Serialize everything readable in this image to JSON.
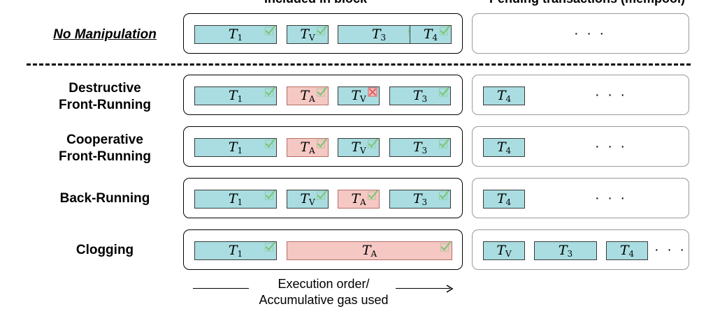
{
  "header": {
    "left_cut": "Included in block",
    "right_cut": "Pending transactions (mempool)"
  },
  "rows": [
    {
      "label_lines": [
        "No Manipulation"
      ],
      "block": [
        {
          "sym": "T",
          "sub": "1",
          "type": "victim",
          "mark": "check"
        },
        {
          "sym": "T",
          "sub": "V",
          "type": "victim",
          "mark": "check"
        },
        {
          "sym": "T",
          "sub": "3",
          "type": "victim",
          "mark": "check"
        },
        {
          "sym": "T",
          "sub": "4",
          "type": "victim",
          "mark": "check"
        }
      ],
      "pool": [],
      "pool_dots": "..."
    },
    {
      "label_lines": [
        "Destructive",
        "Front-Running"
      ],
      "block": [
        {
          "sym": "T",
          "sub": "1",
          "type": "victim",
          "mark": "check"
        },
        {
          "sym": "T",
          "sub": "A",
          "type": "attacker",
          "mark": "check"
        },
        {
          "sym": "T",
          "sub": "V",
          "type": "victim",
          "mark": "cross"
        },
        {
          "sym": "T",
          "sub": "3",
          "type": "victim",
          "mark": "check"
        }
      ],
      "pool": [
        {
          "sym": "T",
          "sub": "4",
          "type": "victim"
        }
      ],
      "pool_dots": "..."
    },
    {
      "label_lines": [
        "Cooperative",
        "Front-Running"
      ],
      "block": [
        {
          "sym": "T",
          "sub": "1",
          "type": "victim",
          "mark": "check"
        },
        {
          "sym": "T",
          "sub": "A",
          "type": "attacker",
          "mark": "check"
        },
        {
          "sym": "T",
          "sub": "V",
          "type": "victim",
          "mark": "check"
        },
        {
          "sym": "T",
          "sub": "3",
          "type": "victim",
          "mark": "check"
        }
      ],
      "pool": [
        {
          "sym": "T",
          "sub": "4",
          "type": "victim"
        }
      ],
      "pool_dots": "..."
    },
    {
      "label_lines": [
        "Back-Running"
      ],
      "block": [
        {
          "sym": "T",
          "sub": "1",
          "type": "victim",
          "mark": "check"
        },
        {
          "sym": "T",
          "sub": "V",
          "type": "victim",
          "mark": "check"
        },
        {
          "sym": "T",
          "sub": "A",
          "type": "attacker",
          "mark": "check"
        },
        {
          "sym": "T",
          "sub": "3",
          "type": "victim",
          "mark": "check"
        }
      ],
      "pool": [
        {
          "sym": "T",
          "sub": "4",
          "type": "victim"
        }
      ],
      "pool_dots": "..."
    },
    {
      "label_lines": [
        "Clogging"
      ],
      "block": [
        {
          "sym": "T",
          "sub": "1",
          "type": "victim",
          "mark": "check"
        },
        {
          "sym": "T",
          "sub": "A",
          "type": "attacker",
          "mark": "check"
        }
      ],
      "pool": [
        {
          "sym": "T",
          "sub": "V",
          "type": "victim"
        },
        {
          "sym": "T",
          "sub": "3",
          "type": "victim"
        },
        {
          "sym": "T",
          "sub": "4",
          "type": "victim"
        }
      ],
      "pool_dots": "..."
    }
  ],
  "caption_lines": [
    "Execution order/",
    "Accumulative gas used"
  ],
  "colors": {
    "victim_fill": "#a9dde1",
    "attacker_fill": "#f6c8c4",
    "check": "#7cc576",
    "cross": "#e06060"
  }
}
